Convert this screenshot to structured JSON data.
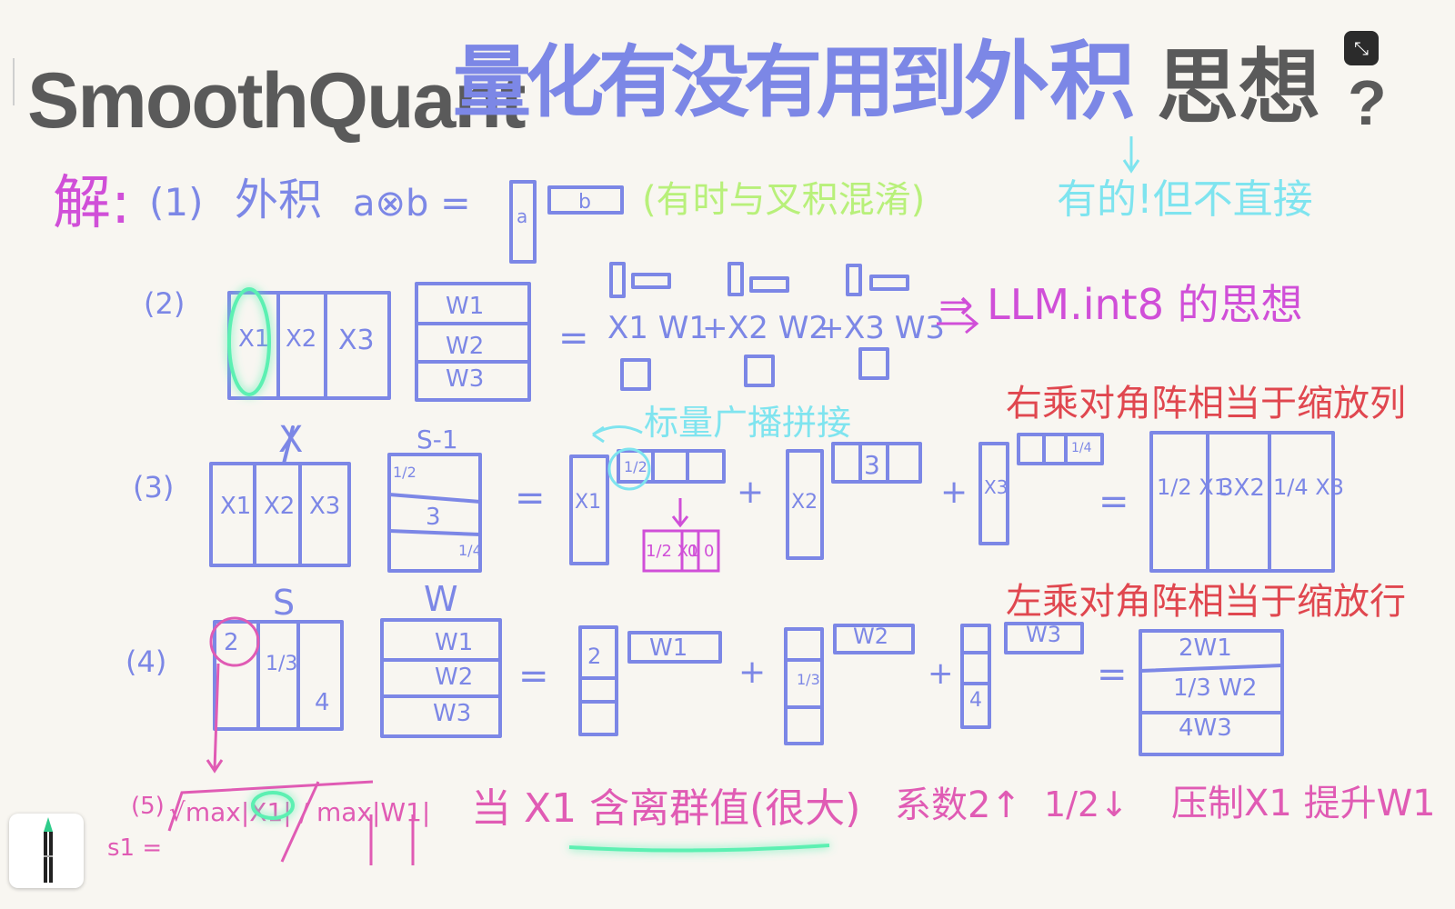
{
  "title": {
    "latin": "SmoothQuant",
    "part1": "量化有没有用到",
    "part2": "外积",
    "part3": "思想",
    "qmark": "?"
  },
  "answer_label": "解:",
  "section1": {
    "num": "(1)",
    "label": "外积",
    "formula": "a⊗b =",
    "vec_a": "a",
    "vec_b": "b",
    "note": "(有时与叉积混淆)",
    "answer": "有的!但不直接"
  },
  "section2": {
    "num": "(2)",
    "x": [
      "X1",
      "X2",
      "X3"
    ],
    "w": [
      "W1",
      "W2",
      "W3"
    ],
    "sum": [
      "X1 W1",
      "+",
      "X2 W2",
      "+",
      "X3 W3"
    ],
    "conclusion": "⇒ LLM.int8 的思想"
  },
  "section3": {
    "num": "(3)",
    "x_label": "X",
    "s_label": "S-1",
    "x": [
      "X1",
      "X2",
      "X3"
    ],
    "s_diag": [
      "1/2",
      "3",
      "1/4"
    ],
    "note_broadcast": "标量广播拼接",
    "row1": [
      "1/2",
      "",
      ""
    ],
    "row2": [
      "",
      "3",
      ""
    ],
    "row3": [
      "",
      "",
      "1/4"
    ],
    "small_result": [
      "1/2 X1",
      "0",
      "0"
    ],
    "result": [
      "1/2 X1",
      "3X2",
      "1/4 X3"
    ],
    "note_right": "右乘对角阵相当于缩放列",
    "col_x": [
      "X1",
      "X2",
      "X3"
    ]
  },
  "section4": {
    "num": "(4)",
    "s_label": "S",
    "w_label": "W",
    "s_diag": [
      "2",
      "1/3",
      "4"
    ],
    "w": [
      "W1",
      "W2",
      "W3"
    ],
    "result": [
      "2W1",
      "1/3 W2",
      "4W3"
    ],
    "note_left": "左乘对角阵相当于缩放行",
    "col_vals": [
      "2",
      "1/3",
      "4"
    ]
  },
  "section5": {
    "num": "(5)",
    "formula_lhs": "s1 =",
    "formula": "√max|X1| / max|W1|",
    "note": "当 X1 含离群值(很大)",
    "s_change": "系数2↑",
    "half_change": "1/2↓",
    "effect": "压制X1 提升W1"
  },
  "colors": {
    "blue": "#7c87e6",
    "pink": "#e05bb4",
    "magenta": "#d04fd8",
    "red": "#e0474f",
    "green": "#b8f07a",
    "cyan": "#7fe4ef",
    "gray": "#5a5a5a",
    "violet": "#c868e0"
  },
  "icons": [
    "exit-fullscreen-icon",
    "pen-tool-icon"
  ]
}
